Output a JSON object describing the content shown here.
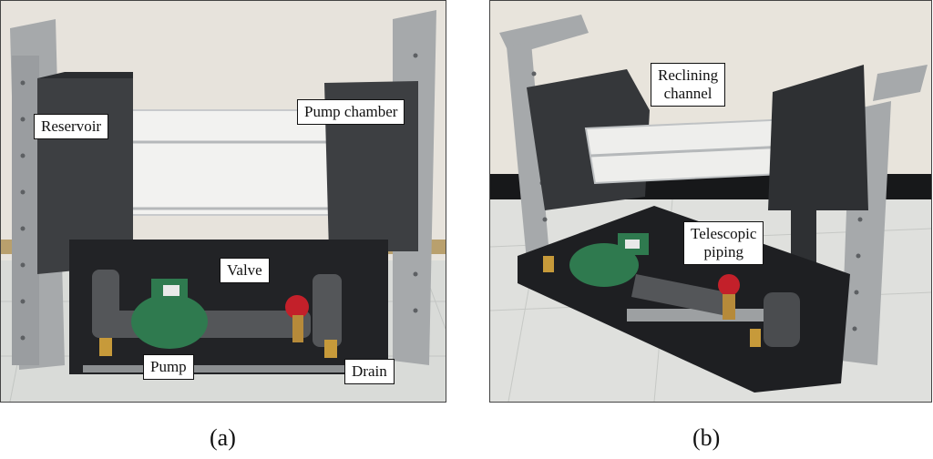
{
  "figure": {
    "panels": [
      {
        "caption": "(a)",
        "labels": {
          "reservoir": "Reservoir",
          "pump_chamber": "Pump chamber",
          "valve": "Valve",
          "pump": "Pump",
          "drain": "Drain"
        }
      },
      {
        "caption": "(b)",
        "labels": {
          "reclining_channel_line1": "Reclining",
          "reclining_channel_line2": "channel",
          "telescopic_piping_line1": "Telescopic",
          "telescopic_piping_line2": "piping"
        }
      }
    ]
  },
  "colors": {
    "wall": "#e7e3dc",
    "floor": "#d9dbd8",
    "frame": "#a6a9ab",
    "chamber": "#3d3f42",
    "base": "#222326",
    "pump": "#2f7a4f",
    "valve_handle": "#c3202a",
    "brass": "#c79a3a",
    "pipe": "#545659"
  }
}
